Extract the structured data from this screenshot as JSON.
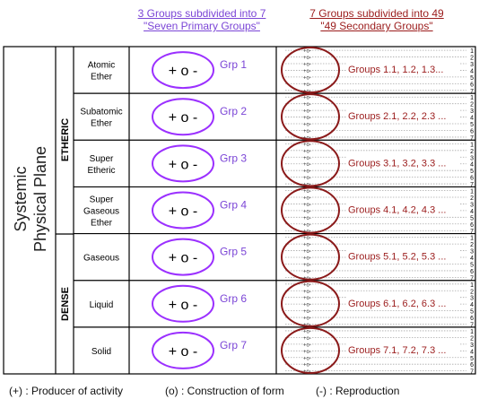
{
  "header": {
    "primary_line1": "3 Groups subdivided into 7",
    "primary_line2": "\"Seven Primary Groups\"",
    "secondary_line1": "7 Groups subdivided into 49",
    "secondary_line2": "\"49 Secondary Groups\""
  },
  "plane": {
    "line1": "Systemic",
    "line2": "Physical Plane"
  },
  "sections": [
    {
      "label": "ETHERIC"
    },
    {
      "label": "DENSE"
    }
  ],
  "rows": [
    {
      "name": [
        "Atomic",
        "Ether"
      ],
      "grp": "Grp 1",
      "groups": "Groups 1.1, 1.2, 1.3..."
    },
    {
      "name": [
        "Subatomic",
        "Ether"
      ],
      "grp": "Grp 2",
      "groups": "Groups 2.1, 2.2, 2.3 ..."
    },
    {
      "name": [
        "Super",
        "Etheric"
      ],
      "grp": "Grp 3",
      "groups": "Groups 3.1, 3.2, 3.3 ..."
    },
    {
      "name": [
        "Super",
        "Gaseous",
        "Ether"
      ],
      "grp": "Grp 4",
      "groups": "Groups 4.1, 4.2, 4.3 ..."
    },
    {
      "name": [
        "Gaseous"
      ],
      "grp": "Grp 5",
      "groups": "Groups 5.1, 5.2, 5.3 ..."
    },
    {
      "name": [
        "Liquid"
      ],
      "grp": "Grp 6",
      "groups": "Groups 6.1, 6.2, 6.3 ..."
    },
    {
      "name": [
        "Solid"
      ],
      "grp": "Grp 7",
      "groups": "Groups 7.1, 7.2, 7.3 ..."
    }
  ],
  "primary_symbol": "+ o -",
  "mini_symbol": "+o-",
  "sub_numbers": [
    "1",
    "2",
    "3",
    "4",
    "5",
    "6",
    "7"
  ],
  "legend": {
    "plus": "(+) :  Producer of activity",
    "o": "(o) : Construction of form",
    "minus": "(-) : Reproduction"
  },
  "colors": {
    "purple": "#9b30ff",
    "purple_text": "#7b45d6",
    "red": "#8b1a1a",
    "red_text": "#9b1c1c",
    "grid": "#000000"
  }
}
